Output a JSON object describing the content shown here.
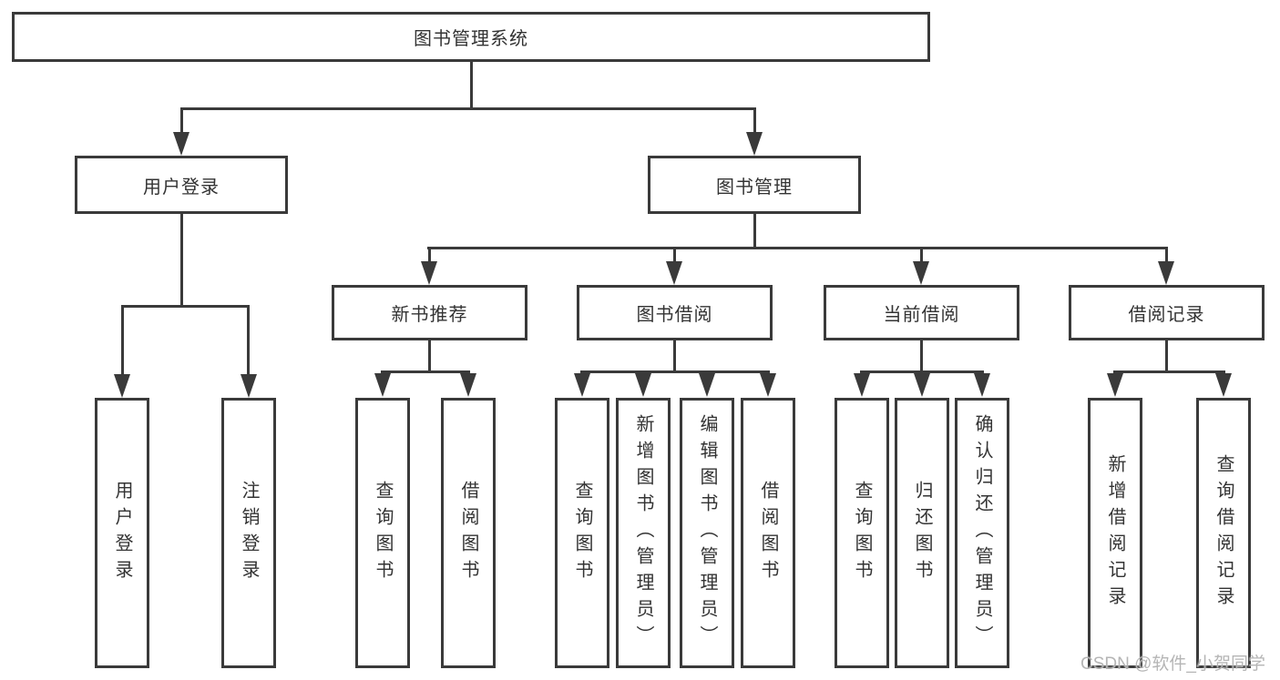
{
  "diagram": {
    "root": {
      "label": "图书管理系统"
    },
    "level2": [
      {
        "label": "用户登录"
      },
      {
        "label": "图书管理"
      }
    ],
    "level3": [
      {
        "label": "新书推荐"
      },
      {
        "label": "图书借阅"
      },
      {
        "label": "当前借阅"
      },
      {
        "label": "借阅记录"
      }
    ],
    "leaves": [
      {
        "label": "用户登录"
      },
      {
        "label": "注销登录"
      },
      {
        "label": "查询图书"
      },
      {
        "label": "借阅图书"
      },
      {
        "label": "查询图书"
      },
      {
        "label": "新增图书（管理员）"
      },
      {
        "label": "编辑图书（管理员）"
      },
      {
        "label": "借阅图书"
      },
      {
        "label": "查询图书"
      },
      {
        "label": "归还图书"
      },
      {
        "label": "确认归还（管理员）"
      },
      {
        "label": "新增借阅记录"
      },
      {
        "label": "查询借阅记录"
      }
    ]
  },
  "watermark": {
    "text": "CSDN @软件_小贺同学"
  },
  "colors": {
    "line": "#3a3a3a",
    "text": "#333333",
    "box_background": "#ffffff",
    "page_background": "#ffffff",
    "watermark": "#b1b1b1"
  }
}
